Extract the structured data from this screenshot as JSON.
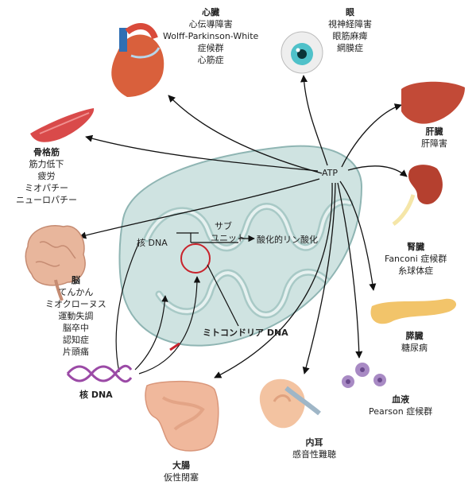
{
  "center": {
    "atp": "ATP"
  },
  "mito": {
    "nuclear_dna": "核 DNA",
    "subunit_line1": "サブ",
    "subunit_line2": "ユニット",
    "oxphos": "酸化的リン酸化",
    "mtdna": "ミトコンドリア DNA"
  },
  "nucleus": {
    "label": "核 DNA"
  },
  "organs": {
    "heart": {
      "title": "心臓",
      "lines": [
        "心伝導障害",
        "Wolff-Parkinson-White",
        "症候群",
        "心筋症"
      ]
    },
    "eye": {
      "title": "眼",
      "lines": [
        "視神経障害",
        "眼筋麻痺",
        "網膜症"
      ]
    },
    "liver": {
      "title": "肝臓",
      "lines": [
        "肝障害"
      ]
    },
    "kidney": {
      "title": "腎臓",
      "lines": [
        "Fanconi 症候群",
        "糸球体症"
      ]
    },
    "pancreas": {
      "title": "膵臓",
      "lines": [
        "糖尿病"
      ]
    },
    "blood": {
      "title": "血液",
      "lines": [
        "Pearson 症候群"
      ]
    },
    "ear": {
      "title": "内耳",
      "lines": [
        "感音性難聴"
      ]
    },
    "colon": {
      "title": "大腸",
      "lines": [
        "仮性閉塞"
      ]
    },
    "brain": {
      "title": "脳",
      "lines": [
        "てんかん",
        "ミオクローヌス",
        "運動失調",
        "脳卒中",
        "認知症",
        "片頭痛"
      ]
    },
    "muscle": {
      "title": "骨格筋",
      "lines": [
        "筋力低下",
        "疲労",
        "ミオパチー",
        "ニューロパチー"
      ]
    }
  },
  "colors": {
    "mito_fill": "#cfe3e1",
    "mito_stroke": "#8fb5b3",
    "mtdna_ring": "#c8232c",
    "dna_helix": "#9b4aa6",
    "heart": "#d9603c",
    "liver": "#c24a37",
    "kidney": "#b5402f",
    "pancreas": "#f2c46a",
    "blood": "#a88ac4",
    "eye": "#4fc1c9",
    "brain": "#e8b69c",
    "muscle": "#d94a4a",
    "colon": "#f0b89c",
    "ear": "#f3c3a1"
  }
}
